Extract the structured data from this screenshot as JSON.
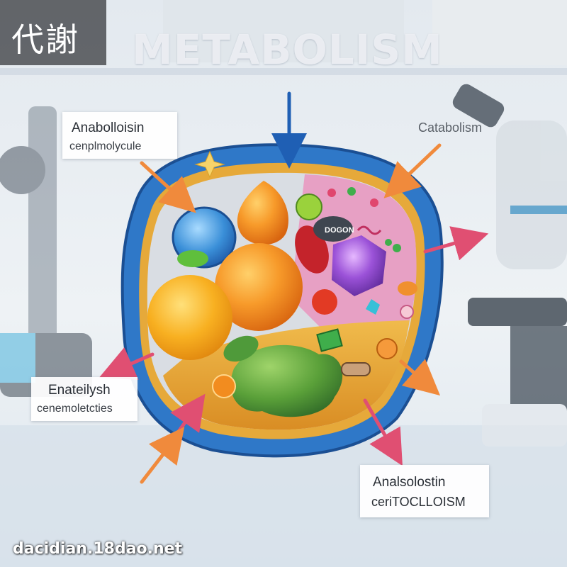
{
  "badge": {
    "text": "代謝"
  },
  "title": "METABOLISM",
  "labels": {
    "anabolism": {
      "line1": "Anabolloisin",
      "line2": "cenplmolycule"
    },
    "catabolism": {
      "text": "Catabolism"
    },
    "enzymes": {
      "line1": "Enateilysh",
      "line2": "cenemoletcties"
    },
    "bottom": {
      "line1": "Analsolostin",
      "line2": "ceriTOCLLOISM"
    },
    "organelle": {
      "text": "DOGON"
    }
  },
  "watermark": "dacidian.18dao.net",
  "colors": {
    "membrane_outer": "#2f78c8",
    "membrane_inner": "#e6a93a",
    "cytoplasm_pink": "#e7a0c4",
    "cytoplasm_gold": "#e6a43a",
    "arrow_pink": "#e04f72",
    "arrow_orange": "#f08a3c",
    "arrow_blue": "#1f5fb4",
    "background": "#e9eef3"
  }
}
